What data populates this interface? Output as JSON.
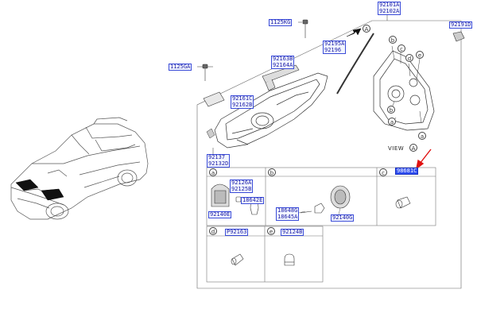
{
  "labels": {
    "l_92101A": "92101A",
    "l_92102A": "92102A",
    "l_1125KG": "1125KG",
    "l_92191D": "92191D",
    "l_92195A": "92195A",
    "l_92196": "92196",
    "l_92163B": "92163B",
    "l_92164A": "92164A",
    "l_1125GA": "1125GA",
    "l_92161C": "92161C",
    "l_92162B": "92162B",
    "l_92137": "92137",
    "l_92132D": "92132D",
    "l_92126A": "92126A",
    "l_92125B": "92125B",
    "l_18642E": "18642E",
    "l_92140E": "92140E",
    "l_18648G": "18648G",
    "l_18645A": "18645A",
    "l_92140G": "92140G",
    "l_98681C": "98681C",
    "l_P92163": "P92163",
    "l_92124B": "92124B"
  },
  "callouts": {
    "A": "A",
    "view": "VIEW",
    "b": "b",
    "c": "c",
    "d": "d",
    "e": "e",
    "a": "a"
  },
  "subpanels": {
    "a": "a",
    "b": "b",
    "c": "c",
    "d": "d",
    "e": "e"
  },
  "colors": {
    "label_border": "#3a4bd8",
    "label_text": "#1a1aa6",
    "highlight": "#2f4ff0",
    "arrow": "#e01010"
  }
}
